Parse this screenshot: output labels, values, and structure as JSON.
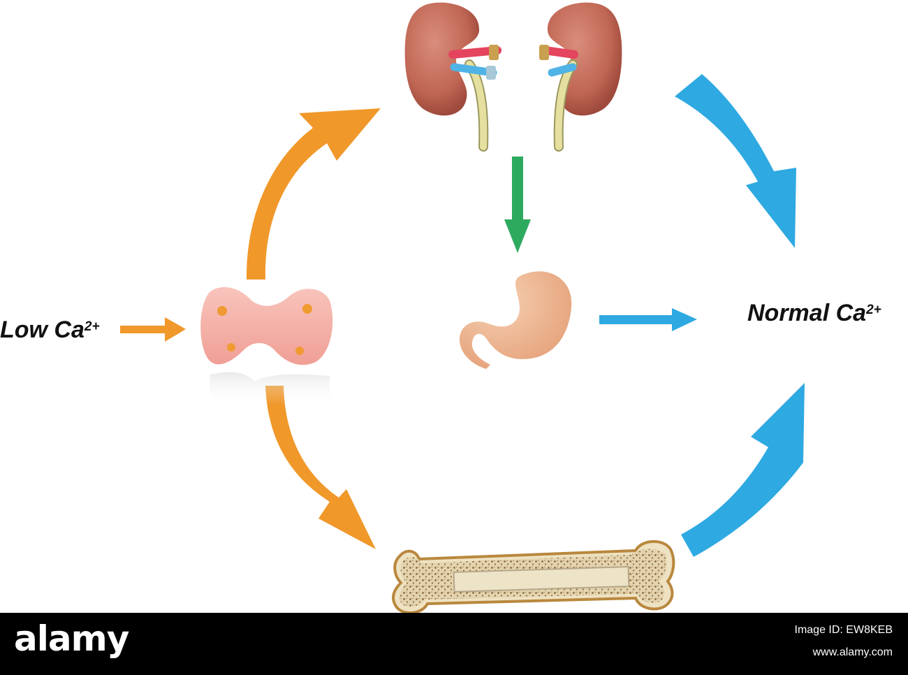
{
  "labels": {
    "low_main": "Low Ca",
    "low_sup": "2+",
    "normal_main": "Normal Ca",
    "normal_sup": "2+"
  },
  "footer": {
    "brand": "alamy",
    "image_id": "Image ID: EW8KEB",
    "site": "www.alamy.com"
  },
  "colors": {
    "orange_arrow": "#F0982A",
    "blue_arrow": "#2EA9E1",
    "green_arrow": "#2EAA5F",
    "kidney": "#C26858",
    "thyroid": "#F4AFA5",
    "stomach": "#EDB58D",
    "bone": "#D7C59F"
  }
}
